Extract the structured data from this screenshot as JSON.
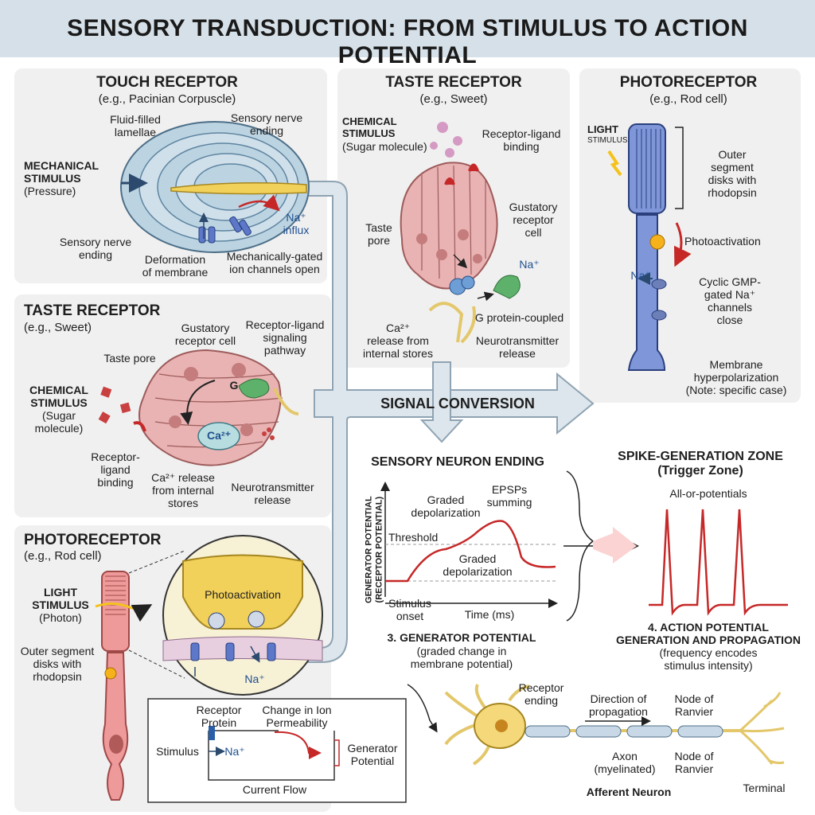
{
  "title": "SENSORY TRANSDUCTION: FROM STIMULUS TO ACTION POTENTIAL",
  "touch": {
    "title": "TOUCH RECEPTOR",
    "subtitle": "(e.g., Pacinian Corpuscle)",
    "fluid_lamellae": [
      "Fluid-filled",
      "lamellae"
    ],
    "nerve_ending_top": [
      "Sensory nerve",
      "ending"
    ],
    "stimulus_bold": [
      "MECHANICAL",
      "STIMULUS"
    ],
    "stimulus_sub": "(Pressure)",
    "nerve_ending_bottom": [
      "Sensory nerve",
      "ending"
    ],
    "na_influx": [
      "Na⁺",
      "influx"
    ],
    "deformation": [
      "Deformation",
      "of membrane"
    ],
    "channels": [
      "Mechanically-gated",
      "ion channels open"
    ]
  },
  "taste_top": {
    "title": "TASTE RECEPTOR",
    "subtitle": "(e.g., Sweet)",
    "stimulus_bold": [
      "CHEMICAL",
      "STIMULUS"
    ],
    "stimulus_sub": "(Sugar molecule)",
    "binding": [
      "Receptor-ligand",
      "binding"
    ],
    "gustatory": [
      "Gustatory",
      "receptor",
      "cell"
    ],
    "pore": [
      "Taste",
      "pore"
    ],
    "na": "Na⁺",
    "gprotein": "G protein-coupled",
    "ca": [
      "Ca²⁺",
      "release from",
      "internal stores"
    ],
    "nt": [
      "Neurotransmitter",
      "release"
    ]
  },
  "photo_top": {
    "title": "PHOTORECEPTOR",
    "subtitle": "(e.g., Rod cell)",
    "light": "LIGHT",
    "light_sub": "STIMULUS",
    "outer": [
      "Outer",
      "segment",
      "disks with",
      "rhodopsin"
    ],
    "photoactivation": "Photoactivation",
    "na": "Na⁺",
    "cgmp": [
      "Cyclic GMP-",
      "gated Na⁺",
      "channels",
      "close"
    ],
    "hyper": [
      "Membrane",
      "hyperpolarization",
      "(Note: specific case)"
    ]
  },
  "taste_left": {
    "title": "TASTE RECEPTOR",
    "subtitle": "(e.g., Sweet)",
    "gustatory": [
      "Gustatory",
      "receptor cell"
    ],
    "pathway": [
      "Receptor-ligand",
      "signaling",
      "pathway"
    ],
    "pore": "Taste pore",
    "g": "G",
    "stimulus_bold": [
      "CHEMICAL",
      "STIMULUS"
    ],
    "stimulus_sub": [
      "(Sugar",
      "molecule)"
    ],
    "ca_label": "Ca²⁺",
    "binding": [
      "Receptor-",
      "ligand",
      "binding"
    ],
    "ca_release": [
      "Ca²⁺ release",
      "from internal",
      "stores"
    ],
    "nt": [
      "Neurotransmitter",
      "release"
    ]
  },
  "photo_left": {
    "title": "PHOTORECEPTOR",
    "subtitle": "(e.g., Rod cell)",
    "light_bold": [
      "LIGHT",
      "STIMULUS"
    ],
    "light_sub": "(Photon)",
    "outer": [
      "Outer segment",
      "disks with",
      "rhodopsin"
    ],
    "photoactivation": "Photoactivation",
    "na": "Na⁺"
  },
  "circuit": {
    "receptor": [
      "Receptor",
      "Protein"
    ],
    "change": [
      "Change in Ion",
      "Permeability"
    ],
    "stimulus": "Stimulus",
    "na": "Na⁺",
    "generator": [
      "Generator",
      "Potential"
    ],
    "current": "Current Flow"
  },
  "signal_conversion": "SIGNAL CONVERSION",
  "graph": {
    "title": "SENSORY NEURON ENDING",
    "ylabel": [
      "GENERATOR POTENTIAL",
      "(RECEPTOR POTENTIAL)"
    ],
    "graded_top": [
      "Graded",
      "depolarization"
    ],
    "epsps": [
      "EPSPs",
      "summing"
    ],
    "threshold": "Threshold",
    "graded_bottom": [
      "Graded",
      "depolarization"
    ],
    "onset": [
      "Stimulus",
      "onset"
    ],
    "time": "Time (ms)",
    "caption_bold": "3. GENERATOR POTENTIAL",
    "caption": [
      "(graded change in",
      "membrane potential)"
    ]
  },
  "spike": {
    "title": [
      "SPIKE-GENERATION ZONE",
      "(Trigger Zone)"
    ],
    "label": "All-or-potentials",
    "caption_bold": [
      "4. ACTION POTENTIAL",
      "GENERATION AND PROPAGATION"
    ],
    "caption": [
      "(frequency encodes",
      "stimulus intensity)"
    ]
  },
  "neuron": {
    "receptor_ending": [
      "Receptor",
      "ending"
    ],
    "direction": [
      "Direction of",
      "propagation"
    ],
    "node_top": [
      "Node of",
      "Ranvier"
    ],
    "axon": [
      "Axon",
      "(myelinated)"
    ],
    "node_bottom": [
      "Node of",
      "Ranvier"
    ],
    "name": "Afferent Neuron",
    "terminal": "Terminal"
  },
  "colors": {
    "title_bg": "#d6e0e8",
    "panel_bg": "#f0f0f0",
    "label_blue": "#1f4f8f",
    "pathway_arrow": "#dde6ec",
    "action_red": "#c62828"
  }
}
